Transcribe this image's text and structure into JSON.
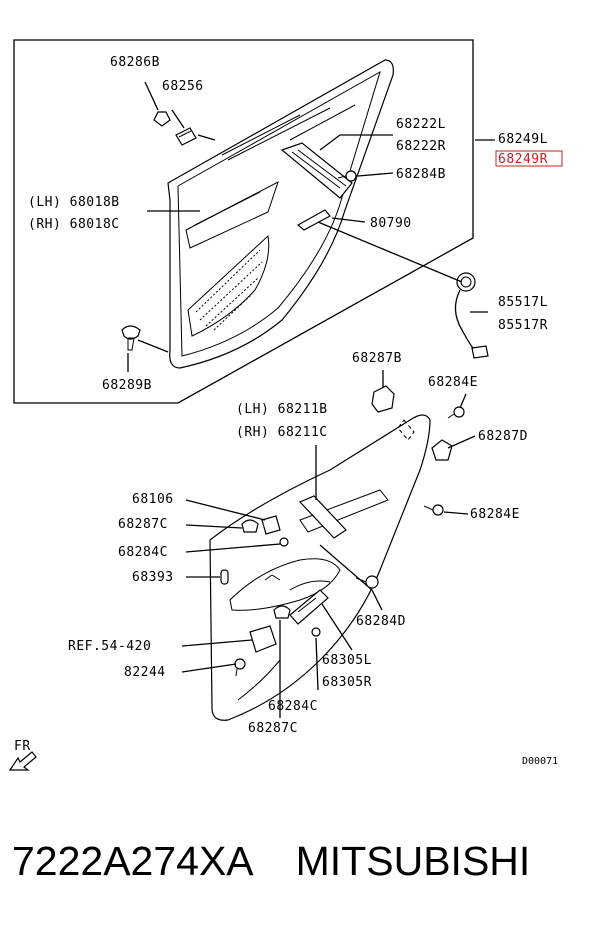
{
  "callouts": [
    {
      "id": "c1",
      "text": "68286B"
    },
    {
      "id": "c2",
      "text": "68256"
    },
    {
      "id": "c3",
      "text": "68222L"
    },
    {
      "id": "c4",
      "text": "68222R"
    },
    {
      "id": "c5",
      "text": "68249L"
    },
    {
      "id": "c6",
      "text": "68249R",
      "highlight": true
    },
    {
      "id": "c7",
      "text": "68284B"
    },
    {
      "id": "c8",
      "text": "(LH) 68018B"
    },
    {
      "id": "c9",
      "text": "(RH) 68018C"
    },
    {
      "id": "c10",
      "text": "80790"
    },
    {
      "id": "c11",
      "text": "85517L"
    },
    {
      "id": "c12",
      "text": "85517R"
    },
    {
      "id": "c13",
      "text": "68289B"
    },
    {
      "id": "c14",
      "text": "68287B"
    },
    {
      "id": "c15",
      "text": "68284E"
    },
    {
      "id": "c16",
      "text": "(LH) 68211B"
    },
    {
      "id": "c17",
      "text": "(RH) 68211C"
    },
    {
      "id": "c18",
      "text": "68287D"
    },
    {
      "id": "c19",
      "text": "68106"
    },
    {
      "id": "c20",
      "text": "68287C"
    },
    {
      "id": "c21",
      "text": "68284E"
    },
    {
      "id": "c22",
      "text": "68284C"
    },
    {
      "id": "c23",
      "text": "68393"
    },
    {
      "id": "c24",
      "text": "68284D"
    },
    {
      "id": "c25",
      "text": "REF.54-420"
    },
    {
      "id": "c26",
      "text": "82244"
    },
    {
      "id": "c27",
      "text": "68305L"
    },
    {
      "id": "c28",
      "text": "68305R"
    },
    {
      "id": "c29",
      "text": "68284C"
    },
    {
      "id": "c30",
      "text": "68287C"
    }
  ],
  "direction_label": "FR",
  "diagram_code": "D00071",
  "footer": {
    "part_number": "7222A274XA",
    "manufacturer": "MITSUBISHI"
  },
  "colors": {
    "highlight": "#c42020",
    "line": "#000000"
  }
}
